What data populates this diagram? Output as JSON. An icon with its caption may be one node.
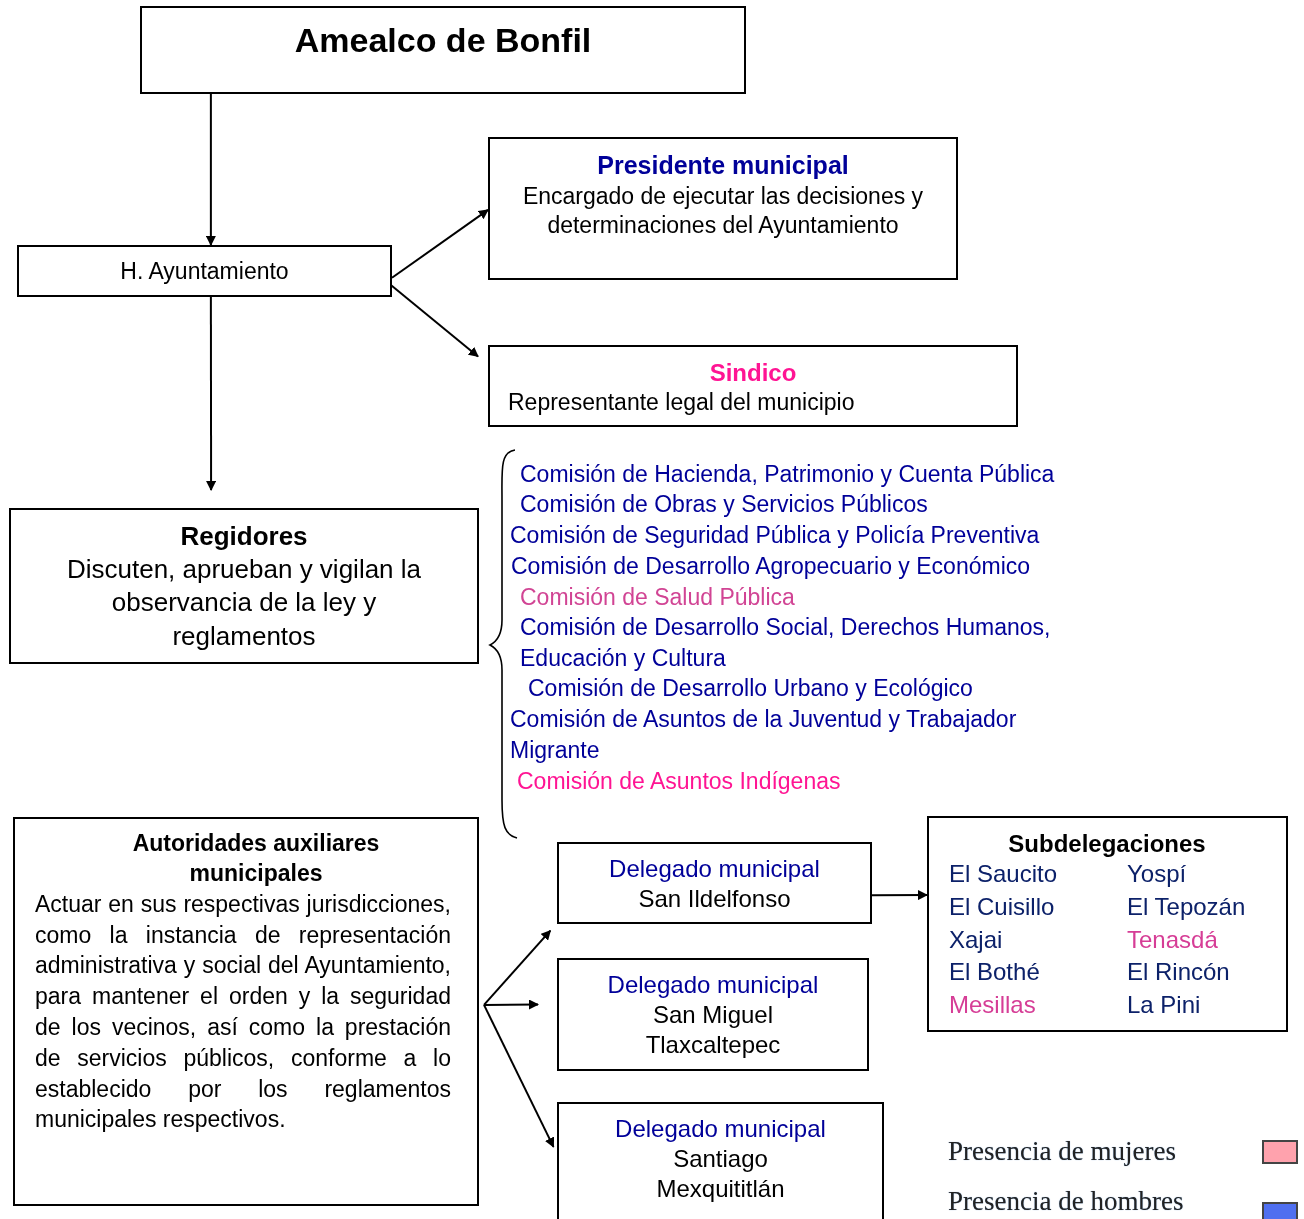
{
  "diagram": {
    "nodes": [
      {
        "text": [
          "Amealco de Bonfil"
        ]
      },
      {
        "text": [
          "H. Ayuntamiento"
        ]
      },
      {
        "text": [
          "Presidente municipal",
          "Encargado de ejecutar las decisiones y determinaciones del Ayuntamiento"
        ]
      },
      {
        "text": [
          "Sindico",
          "Representante legal del municipio"
        ]
      },
      {
        "text": [
          "Regidores",
          "Discuten, aprueban y vigilan la observancia de la ley y reglamentos"
        ]
      },
      {
        "text": [
          "Autoridades auxiliares municipales",
          "Actuar en sus respectivas jurisdicciones, como la instancia de representación administrativa y social del Ayuntamiento, para mantener el orden y la seguridad de los vecinos, así como la prestación de servicios públicos, conforme a lo establecido por los reglamentos municipales respectivos."
        ]
      },
      {
        "text": [
          "Delegado municipal",
          "San Ildelfonso"
        ]
      },
      {
        "text": [
          "Delegado municipal",
          "San Miguel Tlaxcaltepec"
        ]
      },
      {
        "text": [
          "Delegado municipal",
          "Santiago Mexquititlán"
        ]
      },
      {
        "text": [
          "Subdelegaciones",
          "El Saucito",
          "Yospí",
          "El Cuisillo",
          "El Tepozán",
          "Xajai",
          "Tenasdá",
          "El Bothé",
          "El Rincón",
          "Mesillas",
          "La Pini"
        ]
      }
    ],
    "edges": [
      {
        "from": 0,
        "to": 1,
        "arrow": "to"
      },
      {
        "from": 1,
        "to": 2,
        "arrow": "to"
      },
      {
        "from": 1,
        "to": 3,
        "arrow": "to"
      },
      {
        "from": 1,
        "to": 4,
        "arrow": "to"
      },
      {
        "from": 5,
        "to": 6,
        "arrow": "to"
      },
      {
        "from": 5,
        "to": 7,
        "arrow": "to"
      },
      {
        "from": 5,
        "to": 8,
        "arrow": "to"
      },
      {
        "from": 6,
        "to": 9,
        "arrow": "to"
      }
    ],
    "labels": [
      "Comisión de Hacienda, Patrimonio y Cuenta Pública",
      "Comisión de Obras y Servicios Públicos",
      "Comisión de Seguridad Pública y Policía Preventiva",
      "Comisión de Desarrollo Agropecuario y Económico",
      "Comisión de Salud Pública",
      "Comisión de Desarrollo Social, Derechos Humanos, Educación y Cultura",
      "Comisión de Desarrollo Urbano y Ecológico",
      "Comisión de Asuntos de la Juventud y Trabajador Migrante",
      "Comisión de Asuntos Indígenas"
    ],
    "legend": [
      {
        "text": "Presencia de mujeres",
        "color": "#ffa2ad"
      },
      {
        "text": "Presencia de hombres",
        "color": "#4f6ff0"
      }
    ]
  }
}
